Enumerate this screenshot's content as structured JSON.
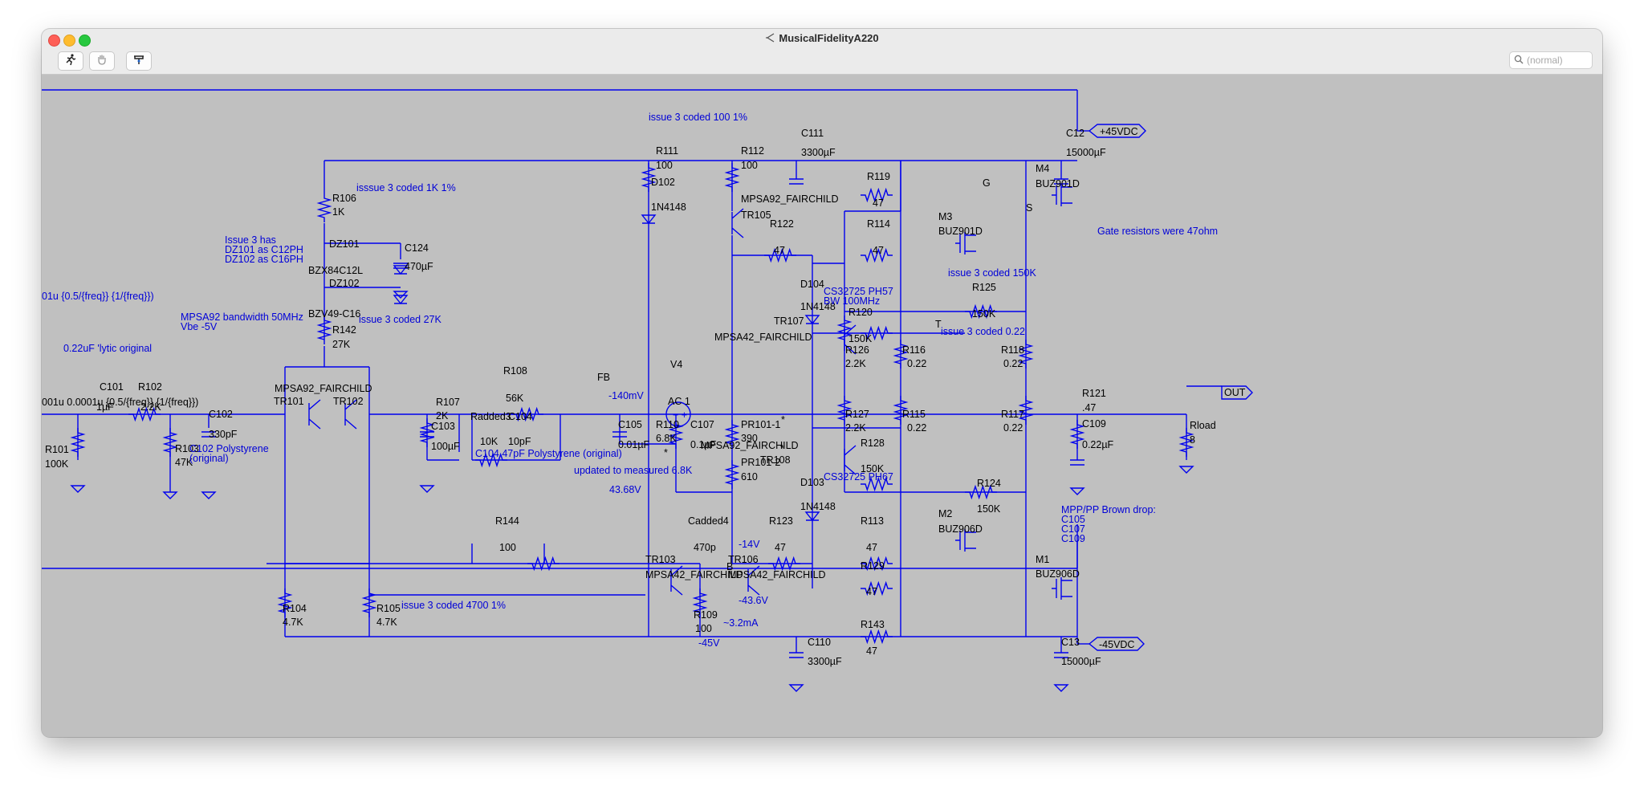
{
  "window": {
    "title": "MusicalFidelityA220",
    "search_placeholder": "(normal)"
  },
  "toolbar": {
    "run_icon": "running-man-icon",
    "pan_icon": "hand-icon",
    "probe_icon": "probe-icon"
  },
  "schematic": {
    "ports": {
      "vplus": "+45VDC",
      "vminus": "-45VDC",
      "out": "OUT"
    },
    "labels": {
      "fb": "FB",
      "g": "G",
      "s": "S",
      "t": "T",
      "b": "B",
      "v4": "V4",
      "v4_val": "AC 1",
      "sig1": "-140mV",
      "sig2": "43.68V",
      "sig3": "-14V",
      "sig4": "-43.6V",
      "sig5": "~3.2mA",
      "sig6": "-45V",
      "star1": "*",
      "star2": "*",
      "star3": "*"
    },
    "components": {
      "r106": "R106",
      "r106v": "1K",
      "dz101": "DZ101",
      "dz101v": "BZX84C12L",
      "dz102": "DZ102",
      "dz102v": "BZV49-C16",
      "c124": "C124",
      "c124v": "470µF",
      "r142": "R142",
      "r142v": "27K",
      "tr101": "TR101",
      "tr102": "TR102",
      "tr10x": "MPSA92_FAIRCHILD",
      "c101": "C101",
      "c101v": "1µF",
      "r102": "R102",
      "r102v": "2.2K",
      "r101": "R101",
      "r101v": "100K",
      "r103": "R103",
      "r103v": "47K",
      "c102": "C102",
      "c102v": "330pF",
      "src": "001u 0.0001u {0.5/{freq}} {1/{freq}})",
      "r107": "R107",
      "r107v": "2K",
      "c103": "C103",
      "c103v": "100µF",
      "r108": "R108",
      "r108v": "56K",
      "radded": "Radded3",
      "raddedv": "10K",
      "c104": "C104",
      "c104v": "10pF",
      "r104": "R104",
      "r104v": "4.7K",
      "r105": "R105",
      "r105v": "4.7K",
      "r144": "R144",
      "r144v": "100",
      "r111": "R111",
      "r111v": "100",
      "r112": "R112",
      "r112v": "100",
      "d102": "D102",
      "d102v": "1N4148",
      "tr105": "TR105",
      "tr105v": "MPSA92_FAIRCHILD",
      "r122": "R122",
      "r122v": "47",
      "c111": "C111",
      "c111v": "3300µF",
      "r119": "R119",
      "r119v": "47",
      "r114": "R114",
      "r114v": "47",
      "m3": "M3",
      "m3v": "BUZ901D",
      "m4": "M4",
      "m4v": "BUZ901D",
      "c12": "C12",
      "c12v": "15000µF",
      "d104": "D104",
      "d104v": "1N4148",
      "tr107": "TR107",
      "tr107v": "MPSA42_FAIRCHILD",
      "r120": "R120",
      "r120v": "150K",
      "r126": "R126",
      "r126v": "2.2K",
      "r125": "R125",
      "r125v": "150K",
      "r116": "R116",
      "r116v": "0.22",
      "r118": "R118",
      "r118v": "0.22",
      "r127": "R127",
      "r127v": "2.2K",
      "r115": "R115",
      "r115v": "0.22",
      "r117": "R117",
      "r117v": "0.22",
      "r128": "R128",
      "r128v": "150K",
      "c105": "C105",
      "c105v": "0.01µF",
      "r110": "R110",
      "r110v": "6.8K",
      "c107": "C107",
      "c107v": "0.1µF",
      "pr101a": "PR101-1",
      "pr101av": "390",
      "pr101b": "PR101-2",
      "pr101bv": "610",
      "tr108": "TR108",
      "tr108v": "MPSA92_FAIRCHILD",
      "d103": "D103",
      "d103v": "1N4148",
      "r124": "R124",
      "r124v": "150K",
      "cadded": "Cadded4",
      "caddedv": "470p",
      "r123": "R123",
      "r123v": "47",
      "r113": "R113",
      "r113v": "47",
      "m2": "M2",
      "m2v": "BUZ906D",
      "m1": "M1",
      "m1v": "BUZ906D",
      "tr103": "TR103",
      "tr103v": "MPSA42_FAIRCHILD",
      "tr106": "TR106",
      "tr106v": "MPSA42_FAIRCHILD",
      "r129": "R129",
      "r129v": "47",
      "r109": "R109",
      "r109v": "100",
      "c110": "C110",
      "c110v": "3300µF",
      "r143": "R143",
      "r143v": "47",
      "c13": "C13",
      "c13v": "15000µF",
      "r121": "R121",
      "r121v": ".47",
      "c109": "C109",
      "c109v": "0.22µF",
      "rload": "Rload",
      "rloadv": "8"
    },
    "comments": {
      "c1": "issue 3 coded 100 1%",
      "c2": "isssue 3 coded 1K 1%",
      "c3a": "Issue 3 has",
      "c3b": "DZ101 as C12PH",
      "c3c": "DZ102 as C16PH",
      "c4": "01u {0.5/{freq}} {1/{freq}})",
      "c5a": "MPSA92 bandwidth 50MHz",
      "c5b": "Vbe -5V",
      "c6": "issue 3 coded 27K",
      "c7": "0.22uF 'lytic original",
      "c8a": "C102 Polystyrene",
      "c8b": "(original)",
      "c9": "C104 47pF Polystyrene (original)",
      "c10": "updated to measured 6.8K",
      "c11": "issue 3 coded 4700 1%",
      "c12": "Gate resistors were 47ohm",
      "c13": "issue 3 coded 150K",
      "c14": "issue 3 coded 0.22",
      "c15a": "CS32725 PH57",
      "c15b": "BW 100MHz",
      "c16": "CS32725 PH67",
      "c17a": "MPP/PP Brown drop:",
      "c17b": "C105",
      "c17c": "C107",
      "c17d": "C109"
    }
  }
}
